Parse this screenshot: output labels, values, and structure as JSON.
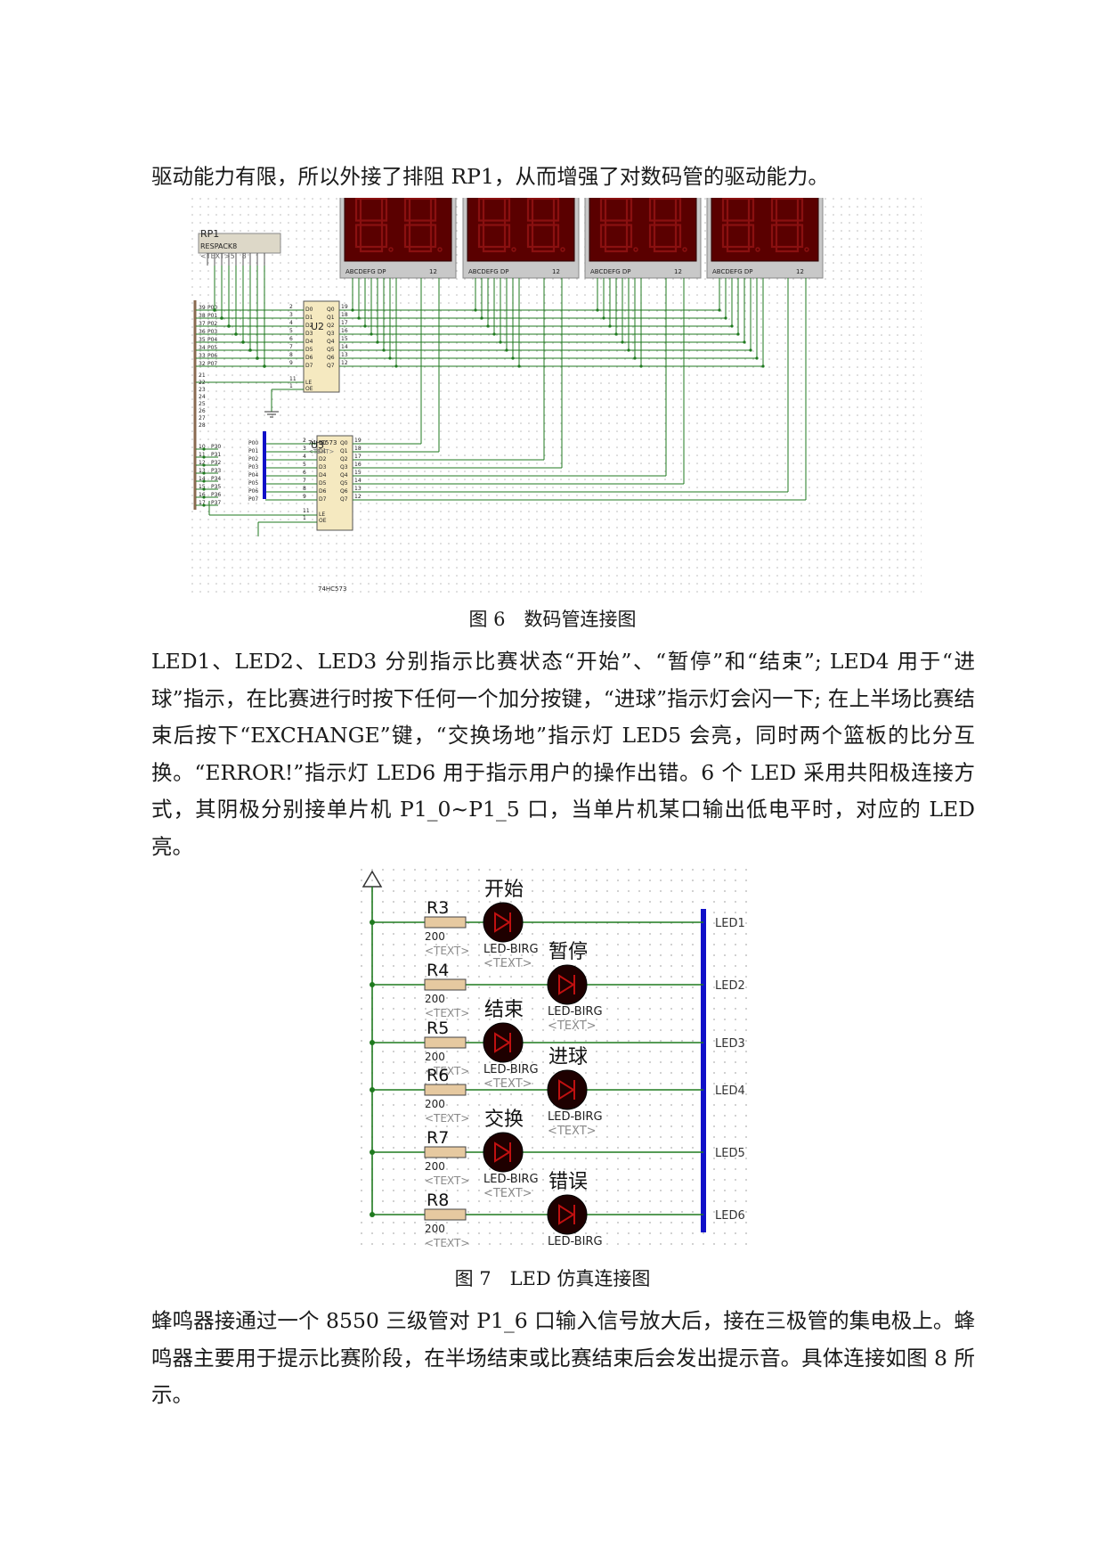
{
  "top_paragraph": "驱动能力有限，所以外接了排阻 RP1，从而增强了对数码管的驱动能力。",
  "figure6": {
    "caption": "图 6　数码管连接图",
    "rp1_name": "RP1",
    "rp1_type": "RESPACK8",
    "rp1_text": "<TEXT>5　8",
    "u2_name": "U2",
    "u3_name": "U3",
    "chip_type": "74HC573",
    "chip_text": "<TEXT>",
    "digit_label": "ABCDEFG DP",
    "digit_pins": "12",
    "d_pins": [
      "D0",
      "D1",
      "D2",
      "D3",
      "D4",
      "D5",
      "D6",
      "D7"
    ],
    "q_pins": [
      "Q0",
      "Q1",
      "Q2",
      "Q3",
      "Q4",
      "Q5",
      "Q6",
      "Q7"
    ],
    "le_label": "LE",
    "oe_label": "OE",
    "u2_in_nums": [
      "2",
      "3",
      "4",
      "5",
      "6",
      "7",
      "8",
      "9"
    ],
    "u2_out_nums": [
      "19",
      "18",
      "17",
      "16",
      "15",
      "14",
      "13",
      "12"
    ],
    "u2_le_num": "11",
    "u2_oe_num": "1",
    "port0_labels": [
      "P00",
      "P01",
      "P02",
      "P03",
      "P04",
      "P05",
      "P06",
      "P07"
    ],
    "port0_nums": [
      "39",
      "38",
      "37",
      "36",
      "35",
      "34",
      "33",
      "32"
    ],
    "port3_labels": [
      "P30",
      "P31",
      "P32",
      "P33",
      "P34",
      "P35",
      "P36",
      "P37"
    ],
    "port3_nums": [
      "10",
      "11",
      "12",
      "13",
      "14",
      "15",
      "16",
      "17"
    ],
    "misc_nums": [
      "21",
      "22",
      "23",
      "24",
      "25",
      "26",
      "27",
      "28"
    ]
  },
  "middle_paragraph": "LED1、LED2、LED3 分别指示比赛状态“开始”、“暂停”和“结束”; LED4 用于“进球”指示，在比赛进行时按下任何一个加分按键，“进球”指示灯会闪一下; 在上半场比赛结束后按下“EXCHANGE”键，“交换场地”指示灯 LED5 会亮，同时两个篮板的比分互换。“ERROR!”指示灯 LED6 用于指示用户的操作出错。6 个 LED 采用共阳极连接方式，其阴极分别接单片机 P1_0~P1_5 口，当单片机某口输出低电平时，对应的 LED 亮。",
  "figure7": {
    "caption": "图 7　LED 仿真连接图",
    "rows": [
      {
        "resistor": "R3",
        "value": "200",
        "text": "<TEXT>",
        "led_label": "开始",
        "led_type": "LED-BIRG",
        "led_text": "<TEXT>",
        "net": "LED1"
      },
      {
        "resistor": "R4",
        "value": "200",
        "text": "<TEXT>",
        "led_label": "暂停",
        "led_type": "LED-BIRG",
        "led_text": "<TEXT>",
        "net": "LED2"
      },
      {
        "resistor": "R5",
        "value": "200",
        "text": "<TEXT>",
        "led_label": "结束",
        "led_type": "LED-BIRG",
        "led_text": "<TEXT>",
        "net": "LED3"
      },
      {
        "resistor": "R6",
        "value": "200",
        "text": "<TEXT>",
        "led_label": "进球",
        "led_type": "LED-BIRG",
        "led_text": "<TEXT>",
        "net": "LED4"
      },
      {
        "resistor": "R7",
        "value": "200",
        "text": "<TEXT>",
        "led_label": "交换",
        "led_type": "LED-BIRG",
        "led_text": "<TEXT>",
        "net": "LED5"
      },
      {
        "resistor": "R8",
        "value": "200",
        "text": "<TEXT>",
        "led_label": "错误",
        "led_type": "LED-BIRG",
        "led_text": "",
        "net": "LED6"
      }
    ]
  },
  "bottom_paragraph": "蜂鸣器接通过一个 8550 三级管对 P1_6 口输入信号放大后，接在三极管的集电极上。蜂鸣器主要用于提示比赛阶段，在半场结束或比赛结束后会发出提示音。具体连接如图 8 所示。",
  "colors": {
    "wire": "#1f7a1f",
    "bus": "#1010c8",
    "digit_bg": "#5a0000",
    "segment": "#8a1010",
    "led_body": "#1e0000",
    "resistor": "#e6c9a0",
    "chip": "#f5e9c0"
  }
}
